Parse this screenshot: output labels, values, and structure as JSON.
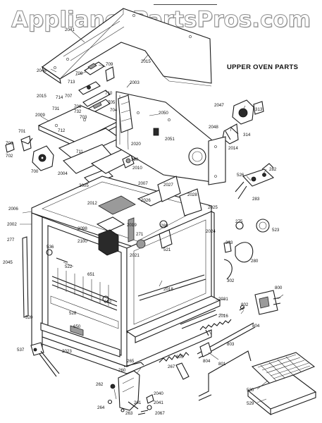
{
  "watermark": "AppliancePartsPros.com",
  "title": "UPPER OVEN PARTS",
  "callouts": [
    "2041",
    "709",
    "2046",
    "708",
    "2015",
    "713",
    "714",
    "707",
    "710",
    "706",
    "705",
    "704",
    "703",
    "731",
    "732",
    "2009",
    "701",
    "712",
    "711",
    "703b",
    "702",
    "700",
    "2004",
    "2005",
    "2010",
    "290",
    "2003",
    "2050",
    "2051",
    "2020",
    "2014",
    "2047",
    "313",
    "2048",
    "314",
    "526",
    "282",
    "283",
    "2007",
    "2027",
    "2028",
    "2025",
    "2006",
    "2012",
    "2026",
    "2019",
    "2002",
    "2098",
    "271",
    "268",
    "2100",
    "521",
    "277",
    "536",
    "522",
    "651",
    "2045",
    "2021",
    "2024",
    "275",
    "523",
    "303",
    "280",
    "302",
    "2018",
    "2031",
    "2016",
    "800",
    "802",
    "804",
    "528",
    "520",
    "652",
    "650",
    "2023",
    "537",
    "265",
    "260",
    "267",
    "805",
    "262",
    "804b",
    "803",
    "801",
    "261",
    "2040",
    "2041b",
    "264",
    "263",
    "2067",
    "530",
    "529"
  ],
  "labels": {
    "2041": "2041",
    "709": "709",
    "2046": "2046",
    "708": "708",
    "2015": "2015",
    "713": "713",
    "714": "714",
    "707": "707",
    "710": "710",
    "706": "706",
    "705": "705",
    "704": "704",
    "703": "703",
    "731": "731",
    "732": "732",
    "2009": "2009",
    "701": "701",
    "712": "712",
    "711": "711",
    "703b": "703",
    "702": "702",
    "700": "700",
    "2004": "2004",
    "2005": "2005",
    "2010": "2010",
    "290": "290",
    "2003": "2003",
    "2050": "2050",
    "2051": "2051",
    "2020": "2020",
    "2014": "2014",
    "2047": "2047",
    "313": "313",
    "2048": "2048",
    "314": "314",
    "526": "526",
    "282": "282",
    "283": "283",
    "2007": "2007",
    "2027": "2027",
    "2028": "2028",
    "2025": "2025",
    "2006": "2006",
    "2012": "2012",
    "2026": "2026",
    "2019": "2019",
    "2002": "2002",
    "2098": "2098",
    "271": "271",
    "268": "268",
    "2100": "2100",
    "521": "521",
    "277": "277",
    "536": "536",
    "522": "522",
    "651": "651",
    "2045": "2045",
    "2021": "2021",
    "2024": "2024",
    "275": "275",
    "523": "523",
    "303": "303",
    "280": "280",
    "302": "302",
    "2018": "2018",
    "2031": "2031",
    "2016": "2016",
    "800": "800",
    "802": "802",
    "804": "804",
    "528": "528",
    "520": "520",
    "652": "652",
    "650": "650",
    "2023": "2023",
    "537": "537",
    "265": "265",
    "260": "260",
    "267": "267",
    "805": "805",
    "262": "262",
    "804b": "804",
    "803": "803",
    "801": "801",
    "261": "261",
    "2040": "2040",
    "2041b": "2041",
    "264": "264",
    "263": "263",
    "2067": "2067",
    "530": "530",
    "529": "529"
  }
}
